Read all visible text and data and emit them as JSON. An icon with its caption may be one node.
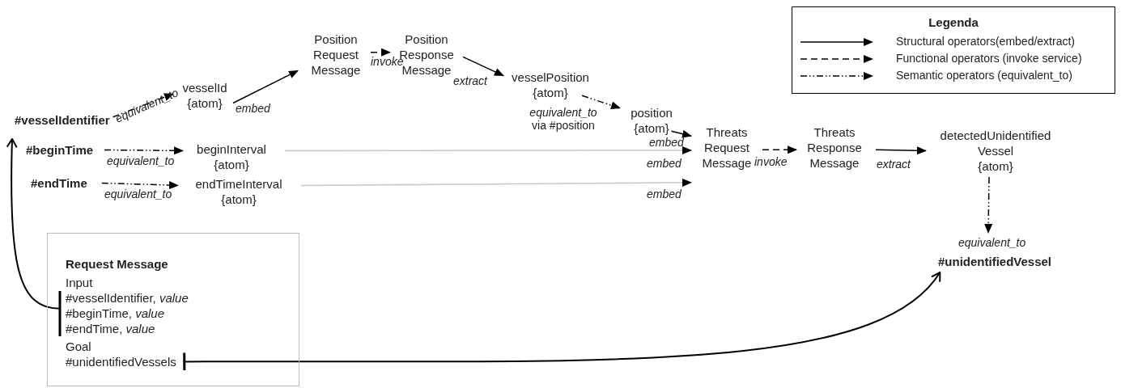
{
  "diagram": {
    "nodes": [
      {
        "text": [
          "#vesselIdentifier"
        ]
      },
      {
        "text": [
          "#beginTime"
        ]
      },
      {
        "text": [
          "#endTime"
        ]
      },
      {
        "text": [
          "vesselId",
          "{atom}"
        ]
      },
      {
        "text": [
          "Position Request Message"
        ]
      },
      {
        "text": [
          "Position Response Message"
        ]
      },
      {
        "text": [
          "vesselPosition",
          "{atom}"
        ]
      },
      {
        "text": [
          "position",
          "{atom}"
        ]
      },
      {
        "text": [
          "beginInterval",
          "{atom}"
        ]
      },
      {
        "text": [
          "endTimeInterval",
          "{atom}"
        ]
      },
      {
        "text": [
          "Threats Request Message"
        ]
      },
      {
        "text": [
          "Threats Response Message"
        ]
      },
      {
        "text": [
          "detectedUnidentified Vessel",
          "{atom}"
        ]
      },
      {
        "text": [
          "#unidentifiedVessel"
        ]
      },
      {
        "text": [
          "Request Message"
        ]
      },
      {
        "text": [
          "Input",
          "#vesselIdentifier, *value*",
          "#beginTime, *value*",
          "#endTime, *value*"
        ],
        "in": 14
      },
      {
        "text": [
          "Goal",
          "#unidentifiedVessels"
        ],
        "in": 14
      }
    ],
    "edges": [
      {
        "from": 0,
        "to": 3,
        "arrow": "to",
        "label": "equivalent_to",
        "style": "dashed"
      },
      {
        "from": 3,
        "to": 4,
        "arrow": "to",
        "label": "embed"
      },
      {
        "from": 4,
        "to": 5,
        "arrow": "to",
        "label": "invoke",
        "style": "dashed"
      },
      {
        "from": 5,
        "to": 6,
        "arrow": "to",
        "label": "extract"
      },
      {
        "from": 6,
        "to": 7,
        "arrow": "to",
        "label": "*equivalent_to* via #position",
        "style": "dashed"
      },
      {
        "from": 7,
        "to": 10,
        "arrow": "to",
        "label": "embed"
      },
      {
        "from": 1,
        "to": 8,
        "arrow": "to",
        "label": "equivalent_to",
        "style": "dashed"
      },
      {
        "from": 2,
        "to": 9,
        "arrow": "to",
        "label": "equivalent_to",
        "style": "dashed"
      },
      {
        "from": 8,
        "to": 10,
        "arrow": "to",
        "label": "embed",
        "color": "#c8c8c8"
      },
      {
        "from": 9,
        "to": 10,
        "arrow": "to",
        "label": "embed",
        "color": "#c8c8c8"
      },
      {
        "from": 10,
        "to": 11,
        "arrow": "to",
        "label": "invoke",
        "style": "dashed"
      },
      {
        "from": 11,
        "to": 12,
        "arrow": "to",
        "label": "extract"
      },
      {
        "from": 12,
        "to": 13,
        "arrow": "to",
        "label": "equivalent_to",
        "style": "dashed"
      },
      {
        "from": 15,
        "to": 1,
        "arrow": "to"
      },
      {
        "from": 16,
        "to": 13,
        "arrow": "to"
      }
    ],
    "labels": [
      "Legenda"
    ],
    "legend": [
      {
        "text": "Structural operators(embed/extract)"
      },
      {
        "text": "Functional operators (invoke service)"
      },
      {
        "text": "Semantic operators (equivalent_to)"
      }
    ]
  }
}
